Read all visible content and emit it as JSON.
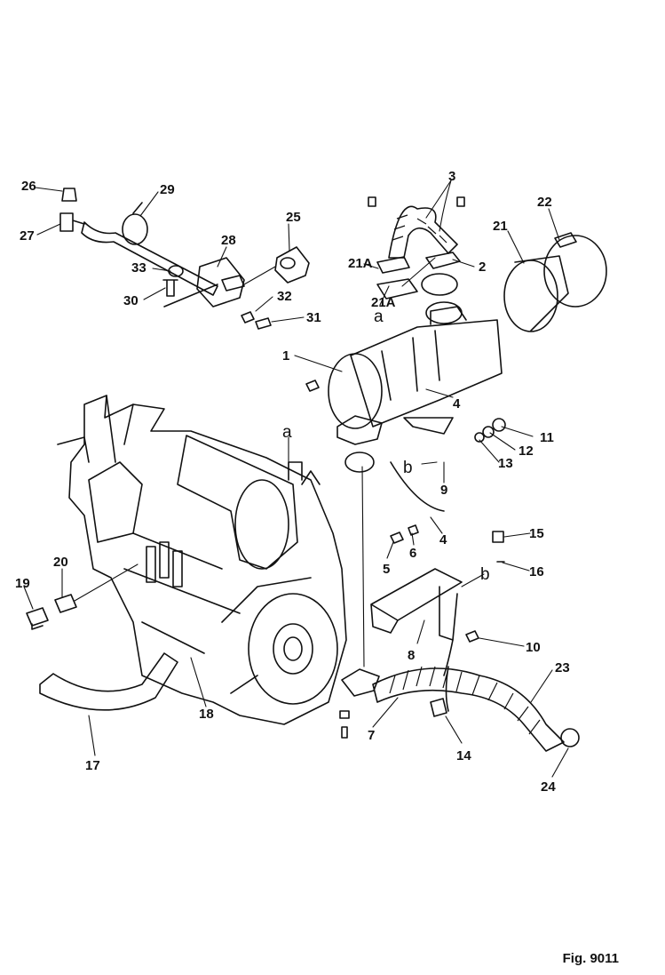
{
  "figure": {
    "label": "Fig. 9011"
  },
  "callouts": [
    "1",
    "2",
    "3",
    "4",
    "4",
    "5",
    "6",
    "7",
    "8",
    "9",
    "10",
    "11",
    "12",
    "13",
    "14",
    "15",
    "16",
    "17",
    "18",
    "19",
    "20",
    "21",
    "21A",
    "21A",
    "22",
    "23",
    "24",
    "25",
    "26",
    "27",
    "28",
    "29",
    "30",
    "31",
    "32",
    "33"
  ],
  "reference_letters": [
    "a",
    "a",
    "b",
    "b"
  ]
}
